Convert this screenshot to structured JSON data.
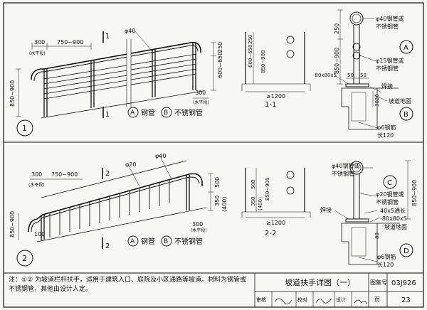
{
  "dims": {
    "d300": "300",
    "d750_900": "750~900",
    "d850_900": "850~900",
    "d600_650": "600~650",
    "d250": "250",
    "d100": "100",
    "d1200": "≥1200",
    "d500": "500",
    "d350": "350",
    "d400p": "(400)",
    "d80": "80",
    "d50": "50",
    "d3020": "3020",
    "d40": "40"
  },
  "labels": {
    "level_section": "(水平段)",
    "phi40": "φ40",
    "phi20": "φ20",
    "sec1": "1",
    "sec2": "2",
    "sec11": "1-1",
    "sec22": "2-2",
    "det1": "1",
    "det2": "2",
    "circleA": "A",
    "circleB": "B",
    "circleC": "C",
    "circleD": "D",
    "mat_steel": "钢管",
    "mat_stainless": "不锈钢管",
    "note_phi40_1": "φ40钢管或",
    "note_phi40_2": "不锈钢管",
    "note_phi15_1": "φ15钢管或",
    "note_phi15_2": "不锈钢管",
    "note_phi20_1": "φ20钢管或",
    "note_phi20_2": "不锈钢管",
    "plate": "-80x80x5",
    "plate2": "40x5通长",
    "plate3": "-80x80x5",
    "weld": "焊接",
    "ramp_ground": "坡道地面",
    "rebar1": "φ6钢筋",
    "rebar2": "长120"
  },
  "footer": {
    "note": "注：①② 为坡道栏杆扶手，适用于建筑入口、庭院及小区通路等坡道。材料为钢管或不锈钢管，其他由设计人定。",
    "title": "坡道扶手详图（一）",
    "atlas_label": "图集号",
    "atlas_no": "03J926",
    "review": "审核",
    "check": "校对",
    "design": "设计",
    "page_label": "页",
    "page_no": "23"
  }
}
